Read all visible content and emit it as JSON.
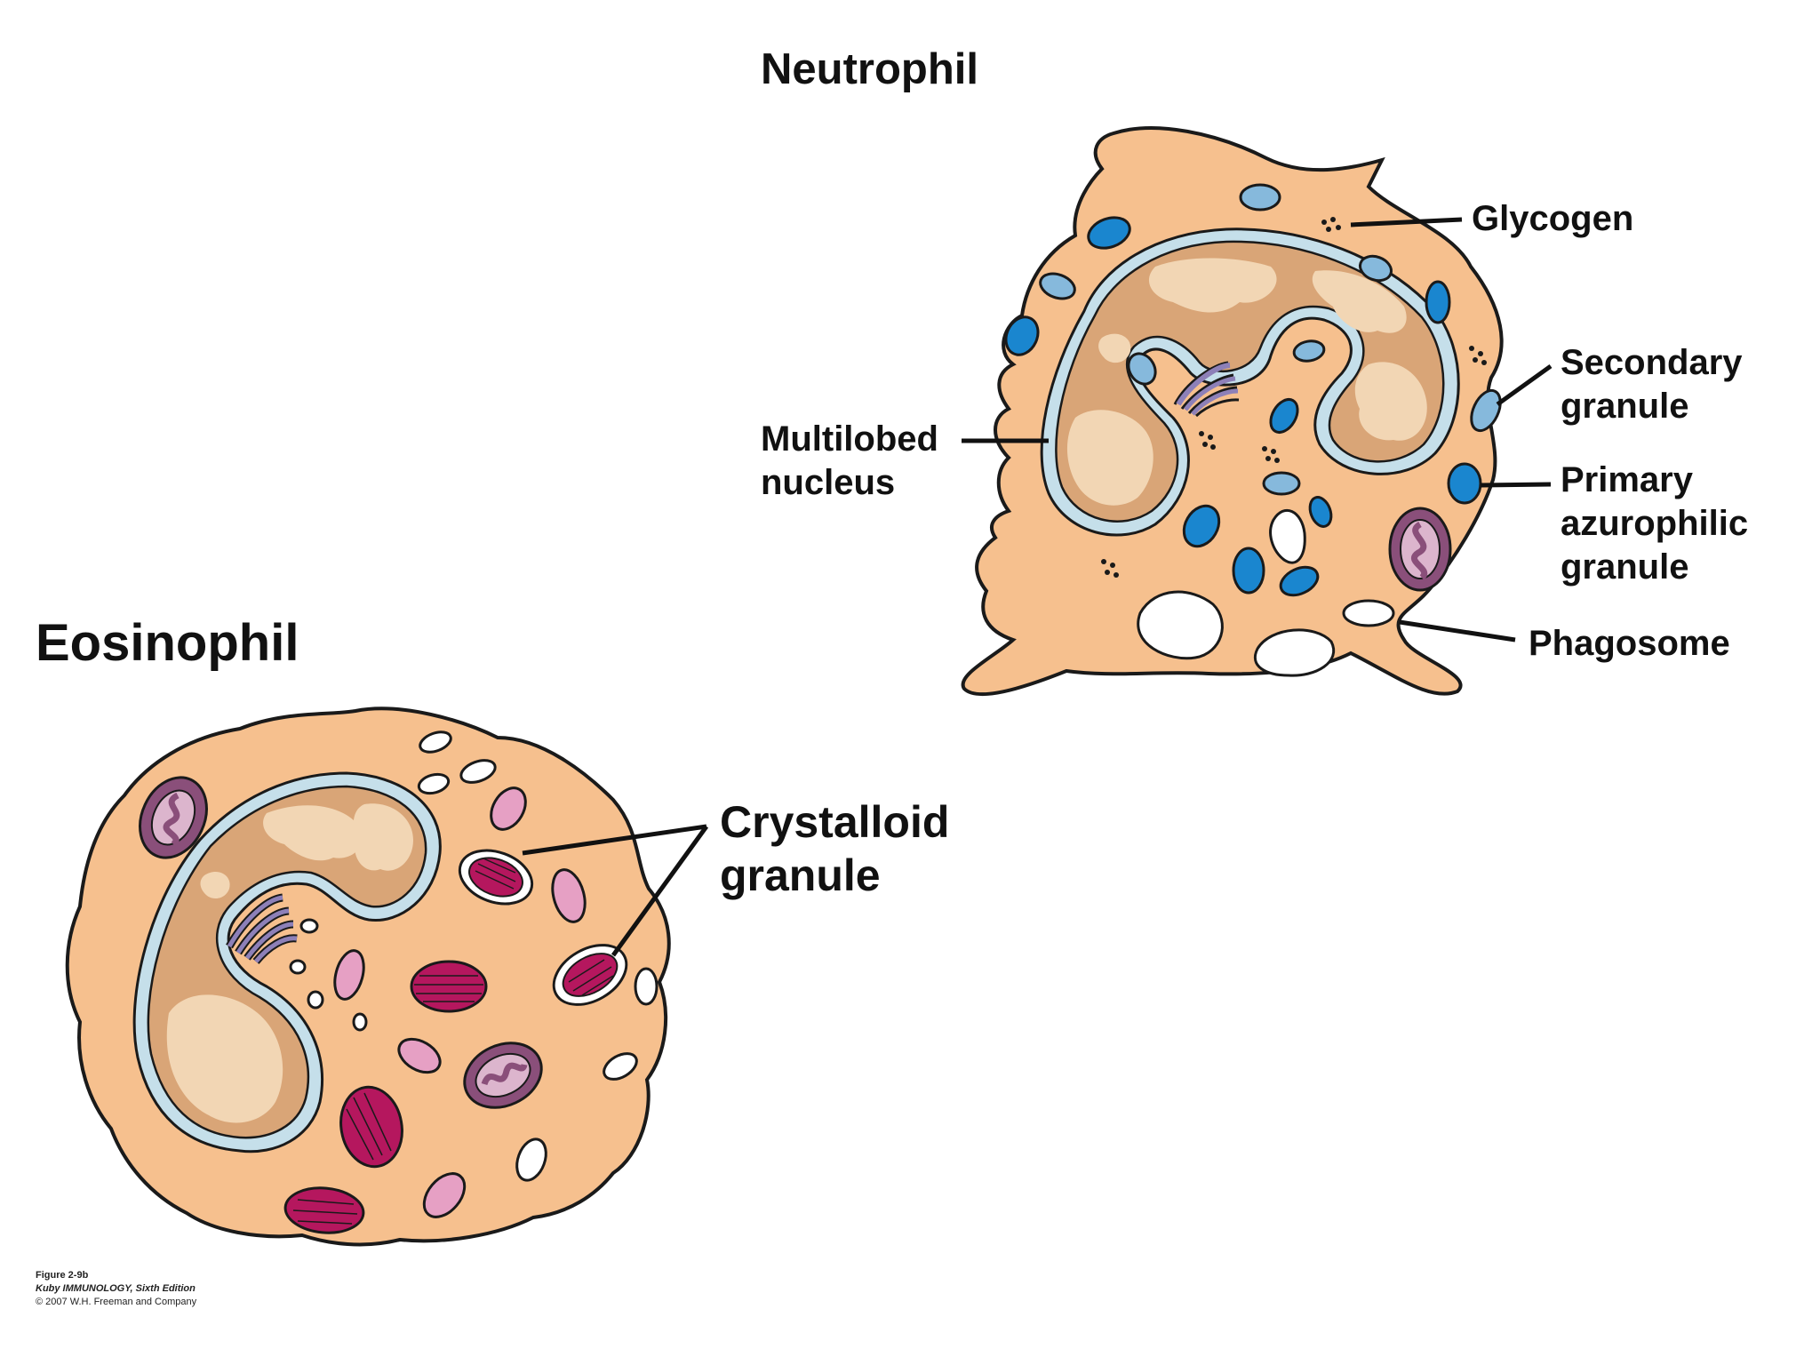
{
  "neutrophil": {
    "title": "Neutrophil",
    "labels": {
      "glycogen": "Glycogen",
      "secondary_granule": [
        "Secondary",
        "granule"
      ],
      "primary_azurophilic_granule": [
        "Primary",
        "azurophilic",
        "granule"
      ],
      "phagosome": "Phagosome",
      "multilobed_nucleus": [
        "Multilobed",
        "nucleus"
      ]
    }
  },
  "eosinophil": {
    "title": "Eosinophil",
    "labels": {
      "crystalloid_granule": [
        "Crystalloid",
        "granule"
      ]
    }
  },
  "credit": {
    "figure": "Figure 2-9b",
    "book": "Kuby IMMUNOLOGY, Sixth Edition",
    "copyright": "© 2007 W.H. Freeman and Company"
  },
  "colors": {
    "cytoplasm": "#f6c08e",
    "nucleus": "#d9a577",
    "chromatin_light": "#f2d6b4",
    "nuclear_envelope": "#c5dfea",
    "primary_granule": "#1a86cf",
    "secondary_granule": "#86b9dc",
    "crystalloid_granule": "#b5175e",
    "pink_granule": "#e6a0c4",
    "mitochondrion": "#8a4f7a",
    "golgi": "#8d80b8"
  }
}
